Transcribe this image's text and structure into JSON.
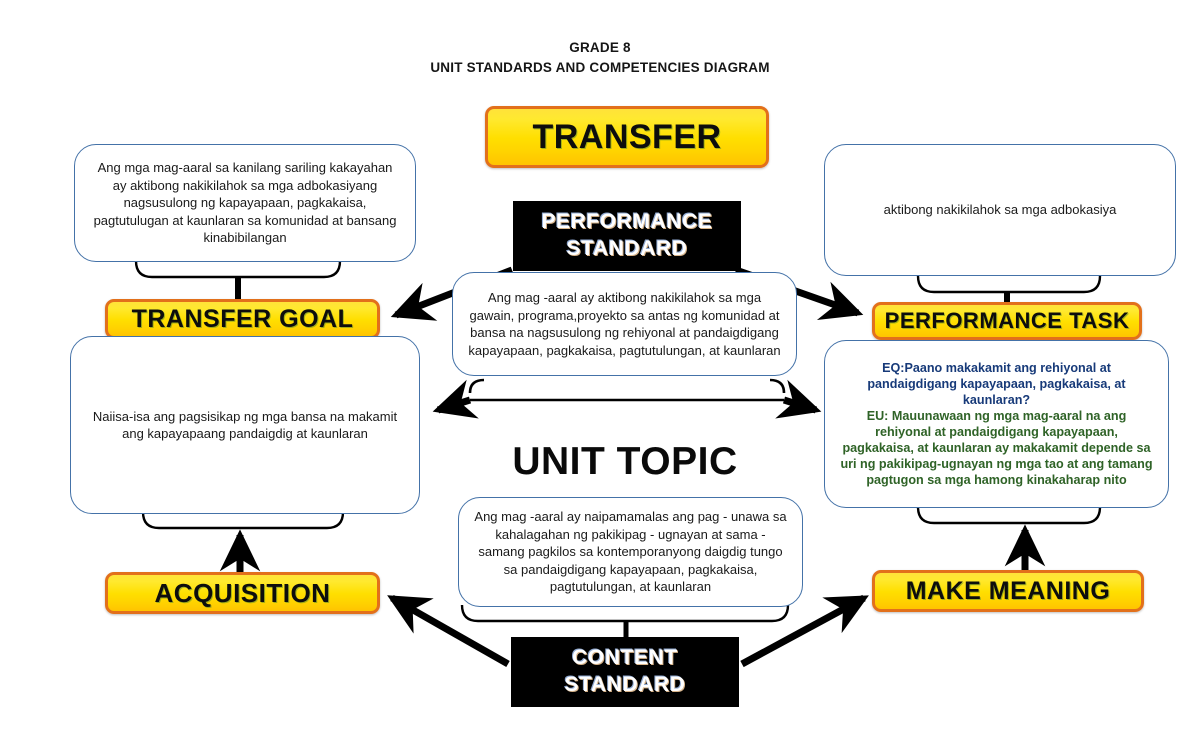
{
  "title": {
    "line1": "GRADE 8",
    "line2": "UNIT STANDARDS AND COMPETENCIES DIAGRAM"
  },
  "banners": {
    "transfer": "TRANSFER",
    "performance_standard": "PERFORMANCE\nSTANDARD",
    "performance_standard_line1": "PERFORMANCE",
    "performance_standard_line2": "STANDARD",
    "transfer_goal": "TRANSFER GOAL",
    "performance_task": "PERFORMANCE TASK",
    "acquisition": "ACQUISITION",
    "make_meaning": "MAKE MEANING",
    "content_standard_line1": "CONTENT",
    "content_standard_line2": "STANDARD"
  },
  "center_label": "UNIT TOPIC",
  "boxes": {
    "top_left": "Ang mga mag-aaral sa kanilang sariling kakayahan ay aktibong nakikilahok sa mga adbokasiyang nagsusulong ng kapayapaan, pagkakaisa, pagtutulugan at kaunlaran sa komunidad at bansang kinabibilangan",
    "top_right": "aktibong nakikilahok sa mga adbokasiya",
    "center_top": "Ang mag -aaral ay aktibong nakikilahok sa mga gawain, programa,proyekto sa antas ng komunidad at bansa na nagsusulong ng rehiyonal at pandaigdigang kapayapaan, pagkakaisa, pagtutulungan, at kaunlaran",
    "middle_left": "Naiisa-isa ang pagsisikap ng mga bansa na makamit ang kapayapaang pandaigdig at kaunlaran",
    "middle_right_eq": "EQ:Paano makakamit ang rehiyonal at pandaigdigang kapayapaan, pagkakaisa, at kaunlaran?",
    "middle_right_eu": "EU: Mauunawaan ng mga mag-aaral na ang rehiyonal at pandaigdigang kapayapaan, pagkakaisa, at kaunlaran ay makakamit depende sa uri ng pakikipag-ugnayan ng mga tao at ang tamang pagtugon sa mga hamong kinakaharap nito",
    "center_bottom": "Ang mag -aaral ay naipamamalas ang pag - unawa sa kahalagahan ng pakikipag - ugnayan at sama -samang pagkilos sa kontemporanyong daigdig tungo sa pandaigdigang kapayapaan, pagkakaisa, pagtutulungan, at kaunlaran"
  },
  "colors": {
    "banner_yellow": "#ffdf00",
    "banner_border_orange": "#e2701b",
    "box_border_blue": "#4472a8",
    "eq_blue": "#173a79",
    "eu_green": "#2f6327",
    "black_banner": "#000000"
  }
}
